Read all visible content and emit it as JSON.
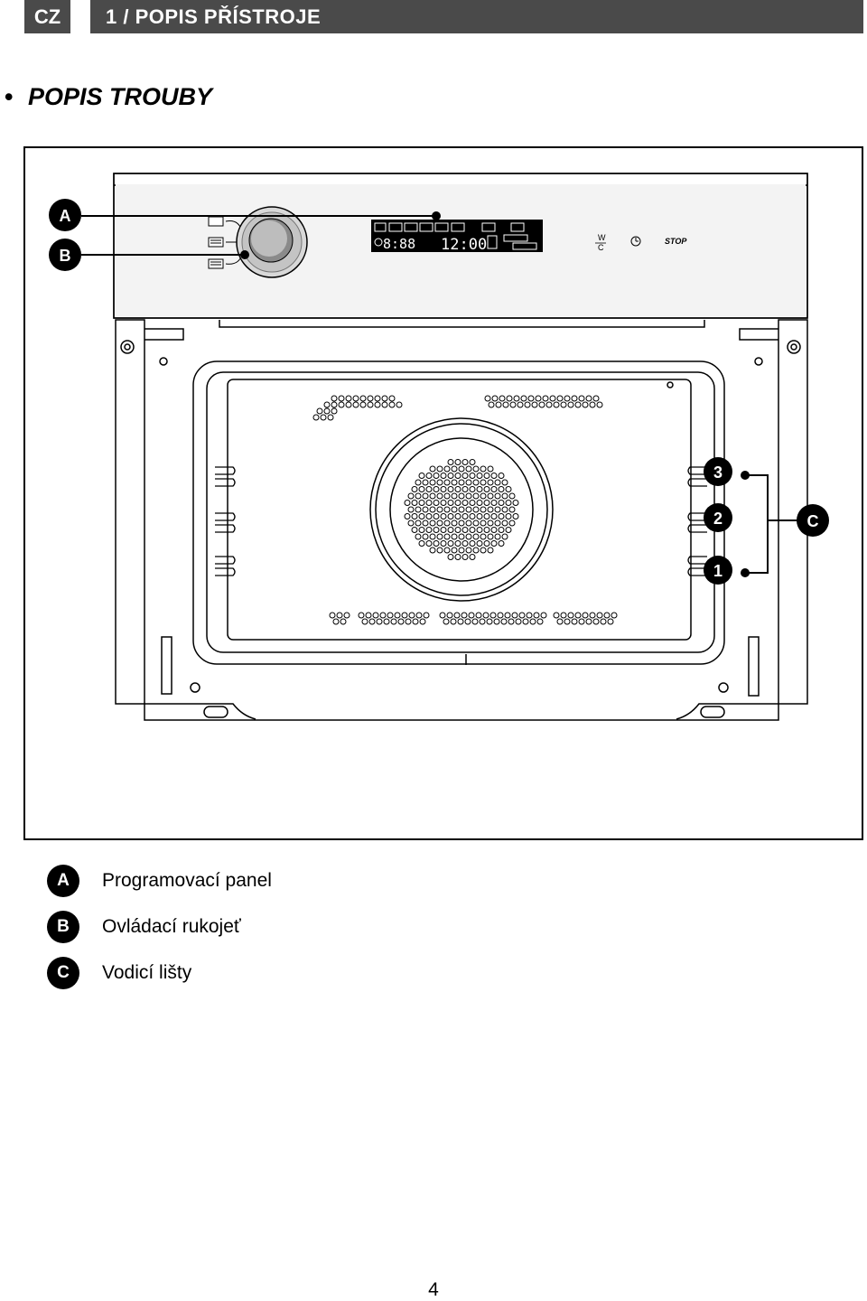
{
  "header": {
    "lang": "CZ",
    "title": "1 / POPIS PŘÍSTROJE"
  },
  "section": {
    "bullet": "•",
    "title": "POPIS TROUBY"
  },
  "figure": {
    "callouts": {
      "a": "A",
      "b": "B",
      "c": "C"
    },
    "shelves": {
      "s3": "3",
      "s2": "2",
      "s1": "1"
    },
    "panel": {
      "display_clock": "12:00",
      "display_temp": "8:88",
      "wc_top": "W",
      "wc_bottom": "C",
      "stop_label": "STOP"
    }
  },
  "legend": [
    {
      "key": "A",
      "text": "Programovací panel"
    },
    {
      "key": "B",
      "text": "Ovládací rukojeť"
    },
    {
      "key": "C",
      "text": "Vodicí lišty"
    }
  ],
  "page_number": "4"
}
